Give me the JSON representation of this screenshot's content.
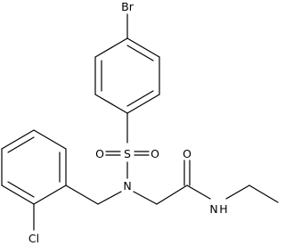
{
  "molecule": {
    "atoms": {
      "bromine": "Br",
      "sulfur": "S",
      "sulfonyl_oxygen_left": "O",
      "sulfonyl_oxygen_right": "O",
      "nitrogen_sulfonamide": "N",
      "carbonyl_oxygen": "O",
      "nitrogen_amide": "N",
      "amide_hydrogen": "H",
      "chlorine": "Cl"
    }
  }
}
